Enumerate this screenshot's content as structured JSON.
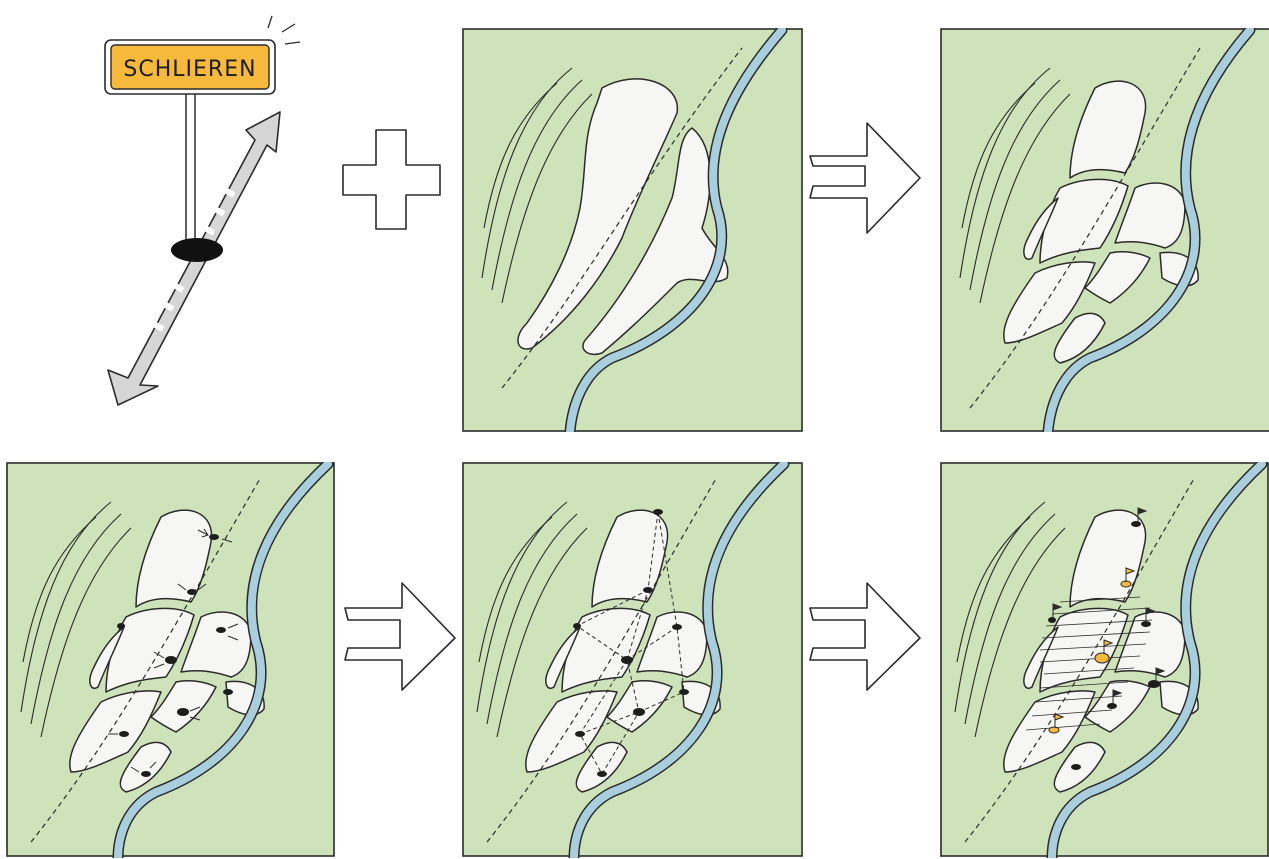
{
  "sign": {
    "text": "SCHLIEREN"
  },
  "colors": {
    "land": "#cfe3bb",
    "settlement": "#f6f6f4",
    "river": "#a9cfdf",
    "sign": "#f6b93b",
    "outline": "#2b2b2b",
    "arrow": "#d4d4d4"
  },
  "panels": [
    {
      "id": "sign-and-axis"
    },
    {
      "id": "plus-symbol"
    },
    {
      "id": "settlement-area"
    },
    {
      "id": "neighbourhood-division"
    },
    {
      "id": "inward-orientation"
    },
    {
      "id": "centre-network"
    },
    {
      "id": "centres-and-flags"
    }
  ]
}
